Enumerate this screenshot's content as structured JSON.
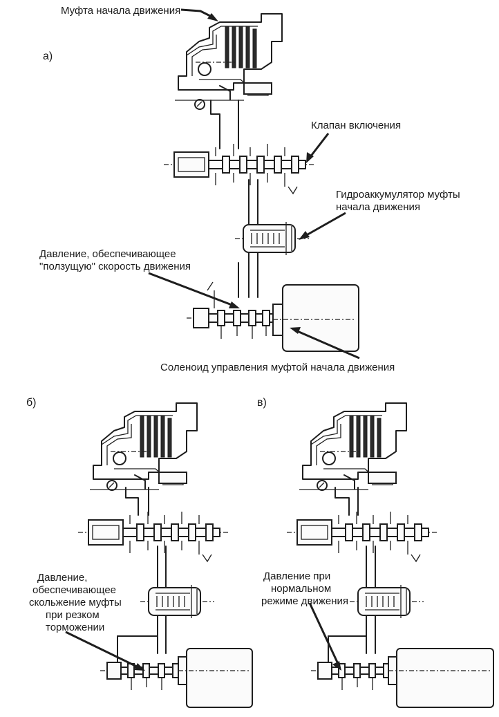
{
  "labels": {
    "clutch_title": "Муфта начала движения",
    "panel_a": "а)",
    "panel_b": "б)",
    "panel_v": "в)",
    "engage_valve": "Клапан включения",
    "accumulator_l1": "Гидроаккумулятор муфты",
    "accumulator_l2": "начала движения",
    "creep_l1": "Давление, обеспечивающее",
    "creep_l2": "\"ползущую\" скорость движения",
    "solenoid": "Соленоид управления муфтой начала движения",
    "brake_l1": "Давление,",
    "brake_l2": "обеспечивающее",
    "brake_l3": "скольжение муфты",
    "brake_l4": "при резком",
    "brake_l5": "торможении",
    "normal_l1": "Давление при",
    "normal_l2": "нормальном",
    "normal_l3": "режиме движения"
  },
  "colors": {
    "ink": "#1e1e1e",
    "paper": "#ffffff"
  }
}
